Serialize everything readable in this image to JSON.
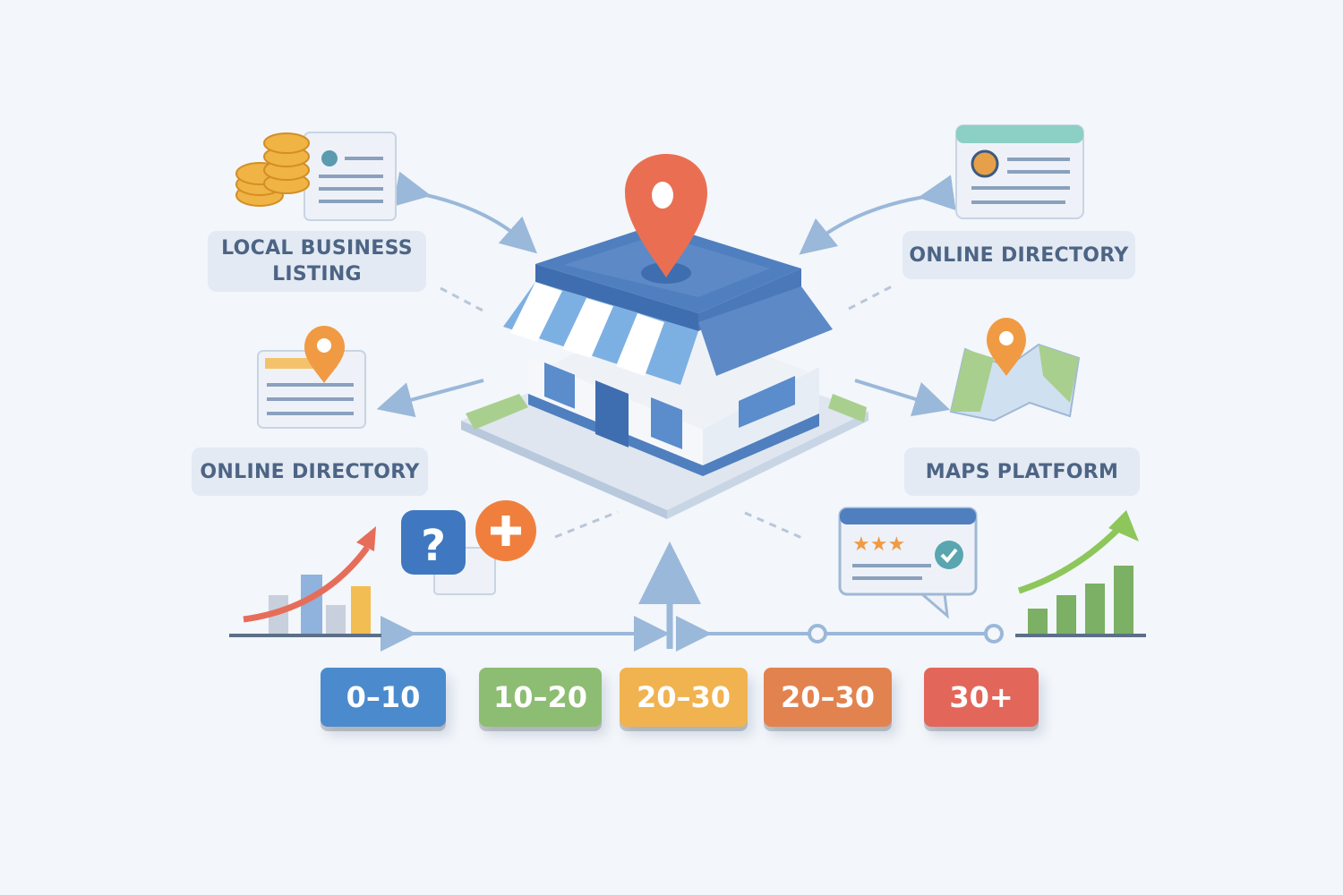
{
  "labels": {
    "local_business_listing": "LOCAL BUSINESS LISTING",
    "online_directory_top": "ONLINE DIRECTORY",
    "online_directory_left": "ONLINE DIRECTORY",
    "maps_platform": "MAPS PLATFORM"
  },
  "ranges": [
    {
      "label": "0–10",
      "color": "#4b8bcd"
    },
    {
      "label": "10–20",
      "color": "#8dbd72"
    },
    {
      "label": "20–30",
      "color": "#f1b34f"
    },
    {
      "label": "20–30",
      "color": "#e2834f"
    },
    {
      "label": "30+",
      "color": "#e2675a"
    }
  ],
  "colors": {
    "background": "#f3f6fa",
    "shop_blue": "#4f7fbf",
    "pin": "#ea6f52",
    "arrow": "#9ab8d9"
  },
  "icons": [
    "map-pin-icon",
    "storefront-icon",
    "coins-icon",
    "document-icon",
    "globe-window-icon",
    "map-icon",
    "question-icon",
    "plus-icon",
    "star-review-icon",
    "bar-chart-up-icon",
    "bar-chart-growth-icon"
  ]
}
